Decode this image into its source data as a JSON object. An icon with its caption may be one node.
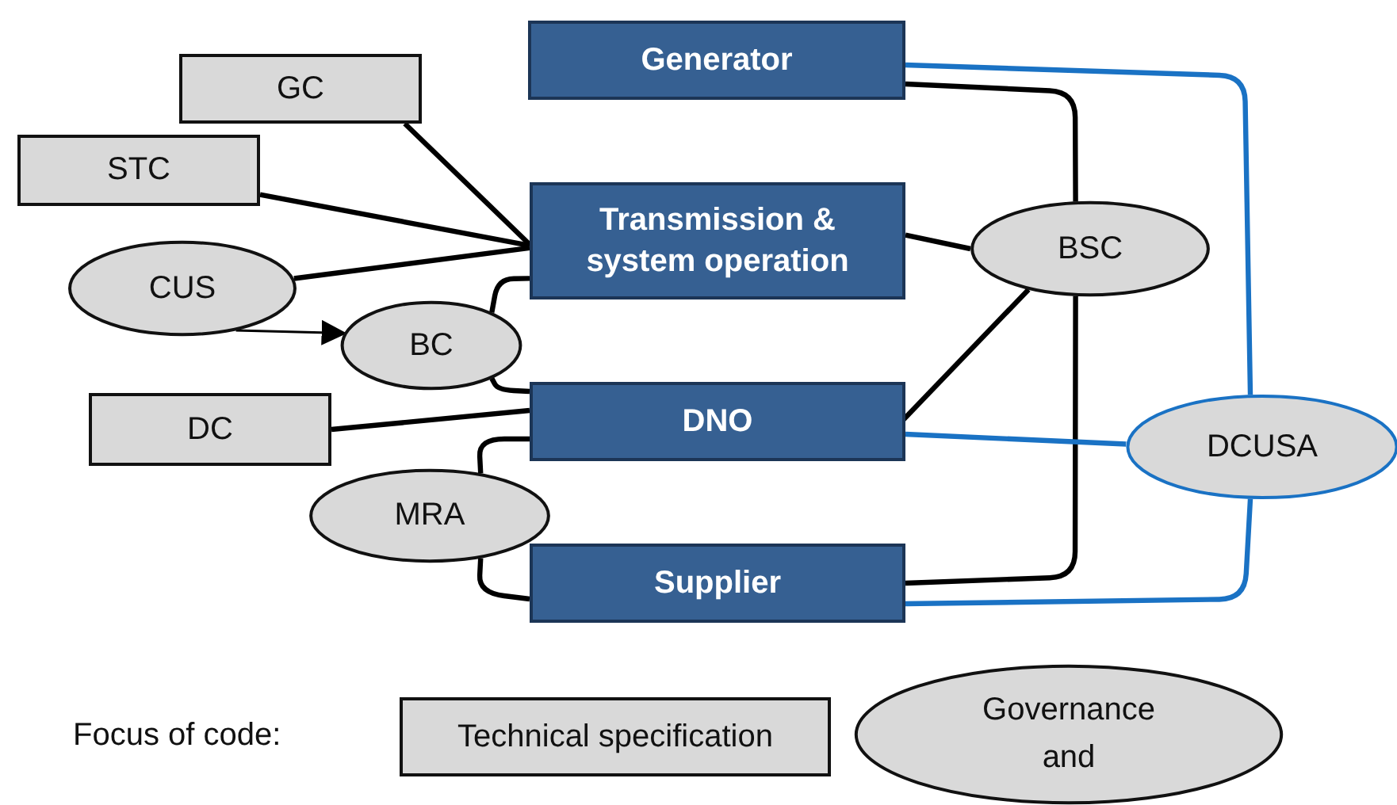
{
  "diagram": {
    "nodes": [
      {
        "text": [
          "Generator"
        ]
      },
      {
        "text": [
          "GC"
        ]
      },
      {
        "text": [
          "STC"
        ]
      },
      {
        "text": [
          "Transmission & system operation"
        ]
      },
      {
        "text": [
          "CUS"
        ]
      },
      {
        "text": [
          "BSC"
        ]
      },
      {
        "text": [
          "BC"
        ]
      },
      {
        "text": [
          "DC"
        ]
      },
      {
        "text": [
          "DNO"
        ]
      },
      {
        "text": [
          "DCUSA"
        ]
      },
      {
        "text": [
          "MRA"
        ]
      },
      {
        "text": [
          "Supplier"
        ]
      }
    ],
    "edges": [
      {
        "from": 1,
        "to": 3,
        "arrow": "none"
      },
      {
        "from": 2,
        "to": 3,
        "arrow": "none"
      },
      {
        "from": 4,
        "to": 3,
        "arrow": "none"
      },
      {
        "from": 4,
        "to": 6,
        "arrow": "to"
      },
      {
        "from": 6,
        "to": 3,
        "arrow": "none"
      },
      {
        "from": 6,
        "to": 8,
        "arrow": "none"
      },
      {
        "from": 7,
        "to": 8,
        "arrow": "none"
      },
      {
        "from": 10,
        "to": 8,
        "arrow": "none"
      },
      {
        "from": 10,
        "to": 11,
        "arrow": "none"
      },
      {
        "from": 0,
        "to": 5,
        "arrow": "none"
      },
      {
        "from": 3,
        "to": 5,
        "arrow": "none"
      },
      {
        "from": 8,
        "to": 5,
        "arrow": "none"
      },
      {
        "from": 5,
        "to": 11,
        "arrow": "none"
      },
      {
        "from": 0,
        "to": 9,
        "arrow": "none",
        "color": "#1a72c4"
      },
      {
        "from": 8,
        "to": 9,
        "arrow": "none",
        "color": "#1a72c4"
      },
      {
        "from": 11,
        "to": 9,
        "arrow": "none",
        "color": "#1a72c4"
      }
    ],
    "labels": [
      "Focus of code:"
    ],
    "legend": [
      {
        "text": "Technical specification"
      },
      {
        "text": "Governance and"
      }
    ]
  }
}
